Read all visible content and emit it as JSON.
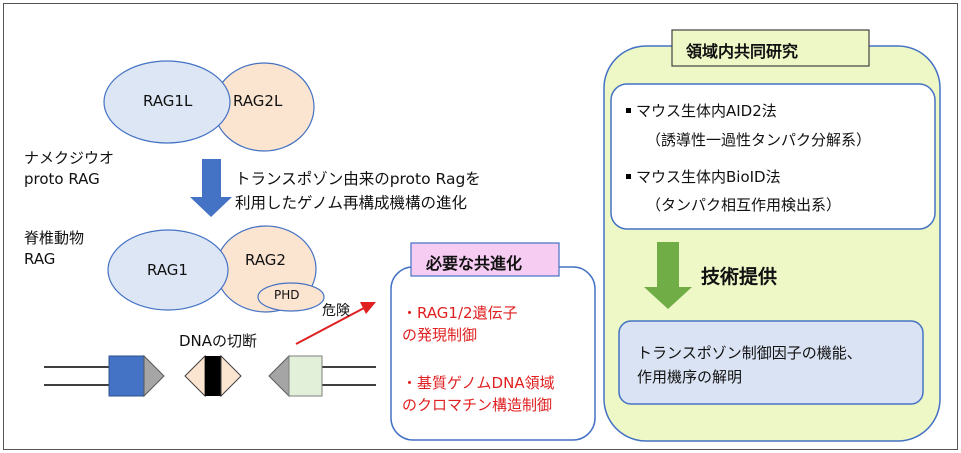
{
  "organisms": {
    "lamprey_name": "ナメクジウオ",
    "lamprey_rag": "proto RAG",
    "vertebrate_name": "脊椎動物",
    "vertebrate_rag": "RAG"
  },
  "proteins": {
    "rag1l": "RAG1L",
    "rag2l": "RAG2L",
    "rag1": "RAG1",
    "rag2": "RAG2",
    "phd": "PHD"
  },
  "evolution": {
    "line1": "トランスポゾン由来のproto Ragを",
    "line2": "利用したゲノム再構成機構の進化"
  },
  "danger_label": "危険",
  "dna_cleavage_label": "DNAの切断",
  "coevolution": {
    "title": "必要な共進化",
    "item1_line1": "・RAG1/2遺伝子",
    "item1_line2": "の発現制御",
    "item2_line1": "・基質ゲノムDNA領域",
    "item2_line2": "のクロマチン構造制御"
  },
  "joint_research": {
    "title": "領域内共同研究",
    "method1": "マウス生体内AID2法",
    "method1_sub": "（誘導性一過性タンパク分解系）",
    "method2": "マウス生体内BioID法",
    "method2_sub": "（タンパク相互作用検出系）",
    "provision": "技術提供",
    "result_line1": "トランスポゾン制御因子の機能、",
    "result_line2": "作用機序の解明"
  },
  "colors": {
    "rag1_fill": "#dde6f4",
    "rag2_fill": "#fbe4d0",
    "blue_arrow": "#4472c4",
    "green_arrow": "#70ad47",
    "red": "#e02020",
    "pink_title": "#f6ccf2",
    "yellow_panel": "#eef8c6",
    "result_fill": "#dae3f3",
    "dna_blue": "#4472c4",
    "dna_green": "#e2efd9",
    "dna_gray": "#a5a5a5",
    "dna_peach": "#fbe4d0"
  }
}
